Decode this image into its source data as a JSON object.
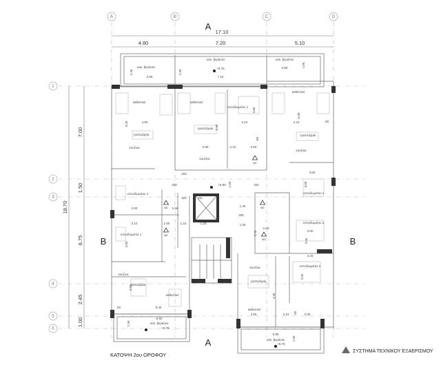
{
  "grid": {
    "columns": [
      "A",
      "B",
      "C",
      "D"
    ],
    "rows": [
      "1",
      "2",
      "3",
      "4",
      "5",
      "6"
    ]
  },
  "section_marks": {
    "top": "A",
    "bottom": "A",
    "left": "B",
    "right": "B"
  },
  "dimensions": {
    "overall_width": "17.10",
    "bays": [
      "4.80",
      "7.20",
      "5.10"
    ],
    "overall_height": "18.70",
    "row_spans": [
      "7.00",
      "1.50",
      "6.75",
      "2.45",
      "1.00"
    ]
  },
  "labels": [
    "καλ. βεράντα",
    "3.85",
    "2.30",
    "καλ. βεράντα",
    "+5.75",
    "7.10",
    "2.30",
    "καλ. βεράντα",
    "3.95",
    "1.00",
    "καθιστικό",
    "καθιστικό",
    "καθιστικό",
    "υπνοδωμάτιο 1",
    "5.20",
    "4.60",
    "5.90",
    "3.10",
    "3.60",
    "4.10",
    "5.80",
    ".60",
    "τραπεζαρία",
    "τραπεζαρία",
    "τραπεζαρία",
    "κουζίνα",
    "κουζίνα",
    "κουζίνα",
    "3.80",
    "1.10",
    "2.00",
    ".60",
    "203",
    "202",
    "+5.80",
    "1.50",
    "204",
    "3.00",
    "3.00",
    "υπνοδωμάτιο 1",
    "υπνοδωμάτιο 1",
    "3.00",
    "1.60",
    "201",
    "ΕΚ",
    "1.30",
    "205",
    "1.30",
    "3.10",
    "1.60",
    "1.10",
    "1.25",
    "υπνοδωμάτιο 2",
    "3.50",
    "3.05",
    "1.60",
    "2.75",
    "υπνοδωμάτιο 1",
    "3.00",
    "3.20",
    "υπνοδωμάτιο 1",
    "3.05",
    "κουζίνα",
    "τραπεζαρία",
    "4.90",
    "καθιστικό",
    "4.00",
    "1.10",
    ".60",
    "2.00",
    "κουζίνα",
    "τραπεζαρία",
    "3.55",
    "καθιστικό",
    ".60",
    "5.40",
    "5.60",
    "καλ. βεράντα",
    "+5.75",
    "1.50",
    "6.95",
    "καλ. βεράντα",
    "+5.75",
    "1.50",
    "wc",
    "wc",
    "wc",
    "wc",
    "wc"
  ],
  "title": "ΚΑΤΟΨΗ 2ου ΟΡΟΦΟΥ",
  "legend": {
    "icon": "warning-triangle-icon",
    "text": "ΣΥΣΤΗΜΑ ΤΕΧΝΙΚΟΥ ΕΞΑΕΡΙΣΜΟΥ"
  }
}
